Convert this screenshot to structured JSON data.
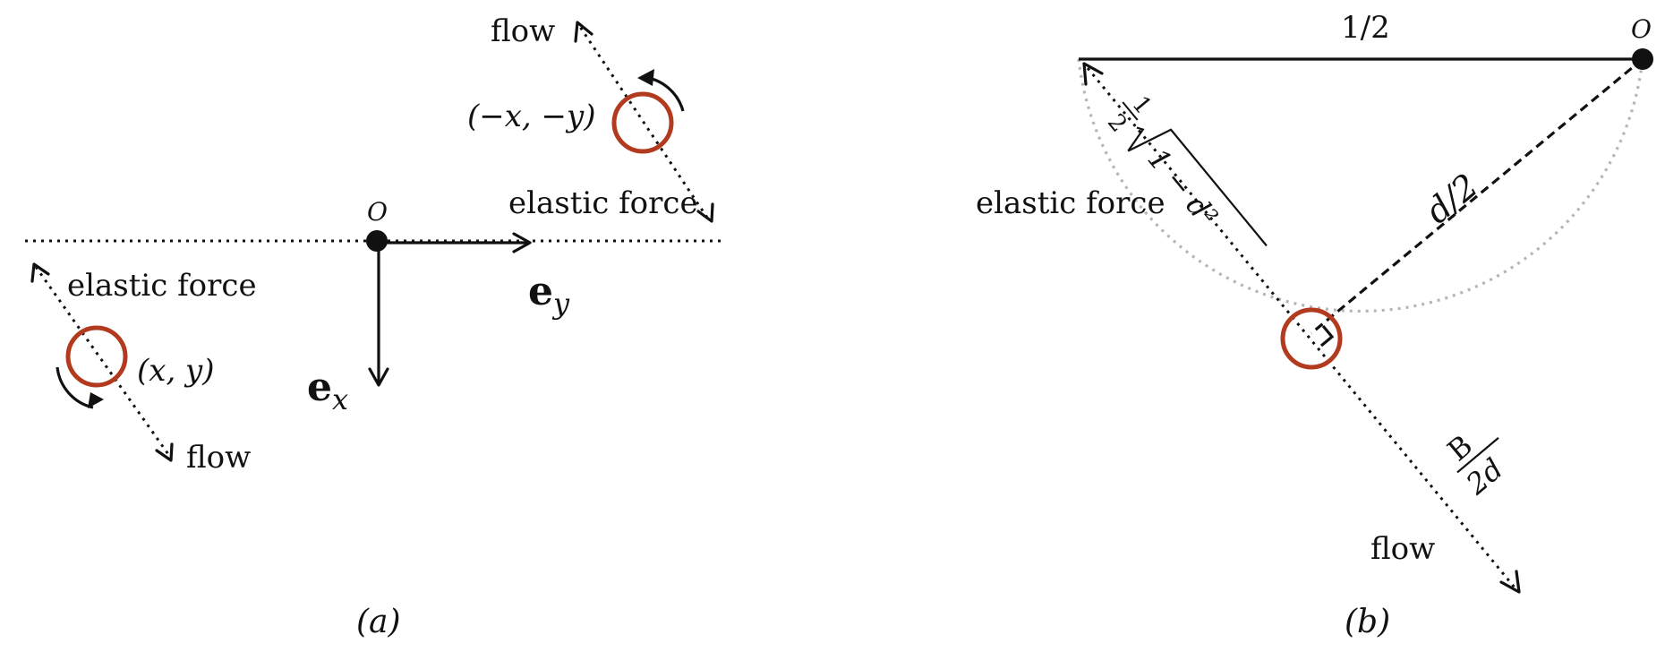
{
  "panel_a": {
    "caption": "(a)",
    "origin_label": "O",
    "ex_label": "e",
    "ex_sub": "x",
    "ey_label": "e",
    "ey_sub": "y",
    "particle_top_label": "(−x, −y)",
    "particle_bottom_label": "(x, y)",
    "flow_top": "flow",
    "flow_bottom": "flow",
    "elastic_top": "elastic force",
    "elastic_bottom": "elastic force"
  },
  "panel_b": {
    "caption": "(b)",
    "origin_label": "O",
    "top_length": "1/2",
    "diag_length": "d/2",
    "elastic": "elastic force",
    "flow": "flow",
    "sqrt_factor_num": "1",
    "sqrt_factor_den": "2",
    "sqrt_expr": "1 − d²",
    "b_num": "B",
    "b_den": "2d"
  },
  "colors": {
    "particle": "#b23a1e",
    "ink": "#111111",
    "guide": "#b5b5b5"
  }
}
